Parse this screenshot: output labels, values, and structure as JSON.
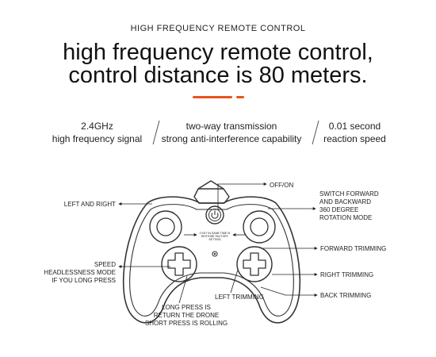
{
  "header": {
    "eyebrow": "HIGH FREQUENCY REMOTE CONTROL",
    "headline_line1": "high frequency remote control,",
    "headline_line2": "control distance is 80 meters."
  },
  "accent_color": "#e8531f",
  "specs": [
    {
      "line1": "2.4GHz",
      "line2": "high frequency signal"
    },
    {
      "line1": "two-way transmission",
      "line2": "strong anti-interference capability"
    },
    {
      "line1": "0.01 second",
      "line2": "reaction speed"
    }
  ],
  "controller": {
    "left_and_right": "LEFT AND RIGHT",
    "off_on": "OFF/ON",
    "switch_line1": "SWITCH FORWARD",
    "switch_line2": "AND BACKWARD",
    "switch_line3": "360 DEGREE",
    "switch_line4": "ROTATION MODE",
    "forward_trimming": "FORWARD TRIMMING",
    "right_trimming": "RIGHT TRIMMING",
    "back_trimming": "BACK TRIMMING",
    "left_trimming": "LEFT TRIMMING",
    "speed_line1": "SPEED",
    "speed_line2": "HEADLESSNESS MODE",
    "speed_line3": "IF YOU LONG PRESS",
    "press_line1": "LONG PRESS IS",
    "press_line2": "RETURN THE DRONE",
    "press_line3": "SHORT PRESS IS ROLLING",
    "tiny_line1": "2 KEY IN SAME TIME IS",
    "tiny_line2": "RESTORE FACTORY",
    "tiny_line3": "SETTING"
  }
}
